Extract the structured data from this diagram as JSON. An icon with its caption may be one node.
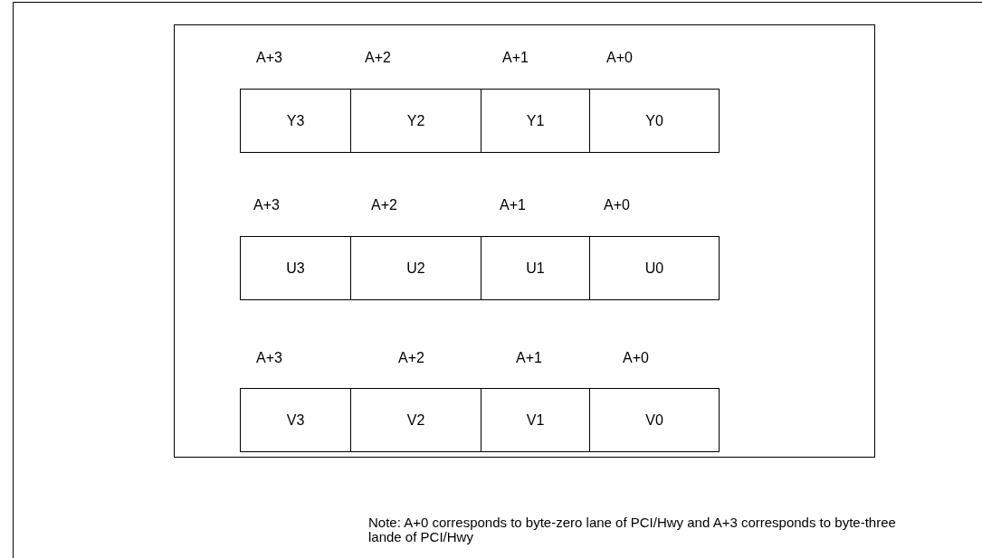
{
  "diagram": {
    "nodes": [
      {
        "text": [
          "Y3"
        ]
      },
      {
        "text": [
          "Y2"
        ]
      },
      {
        "text": [
          "Y1"
        ]
      },
      {
        "text": [
          "Y0"
        ]
      },
      {
        "text": [
          "U3"
        ]
      },
      {
        "text": [
          "U2"
        ]
      },
      {
        "text": [
          "U1"
        ]
      },
      {
        "text": [
          "U0"
        ]
      },
      {
        "text": [
          "V3"
        ]
      },
      {
        "text": [
          "V2"
        ]
      },
      {
        "text": [
          "V1"
        ]
      },
      {
        "text": [
          "V0"
        ]
      }
    ],
    "edges": [],
    "labels": [
      "A+3",
      "A+2",
      "A+1",
      "A+0",
      "A+3",
      "A+2",
      "A+1",
      "A+0",
      "A+3",
      "A+2",
      "A+1",
      "A+0",
      "Note: A+0 corresponds to byte-zero lane of PCI/Hwy and A+3 corresponds to byte-three lande of PCI/Hwy"
    ]
  }
}
